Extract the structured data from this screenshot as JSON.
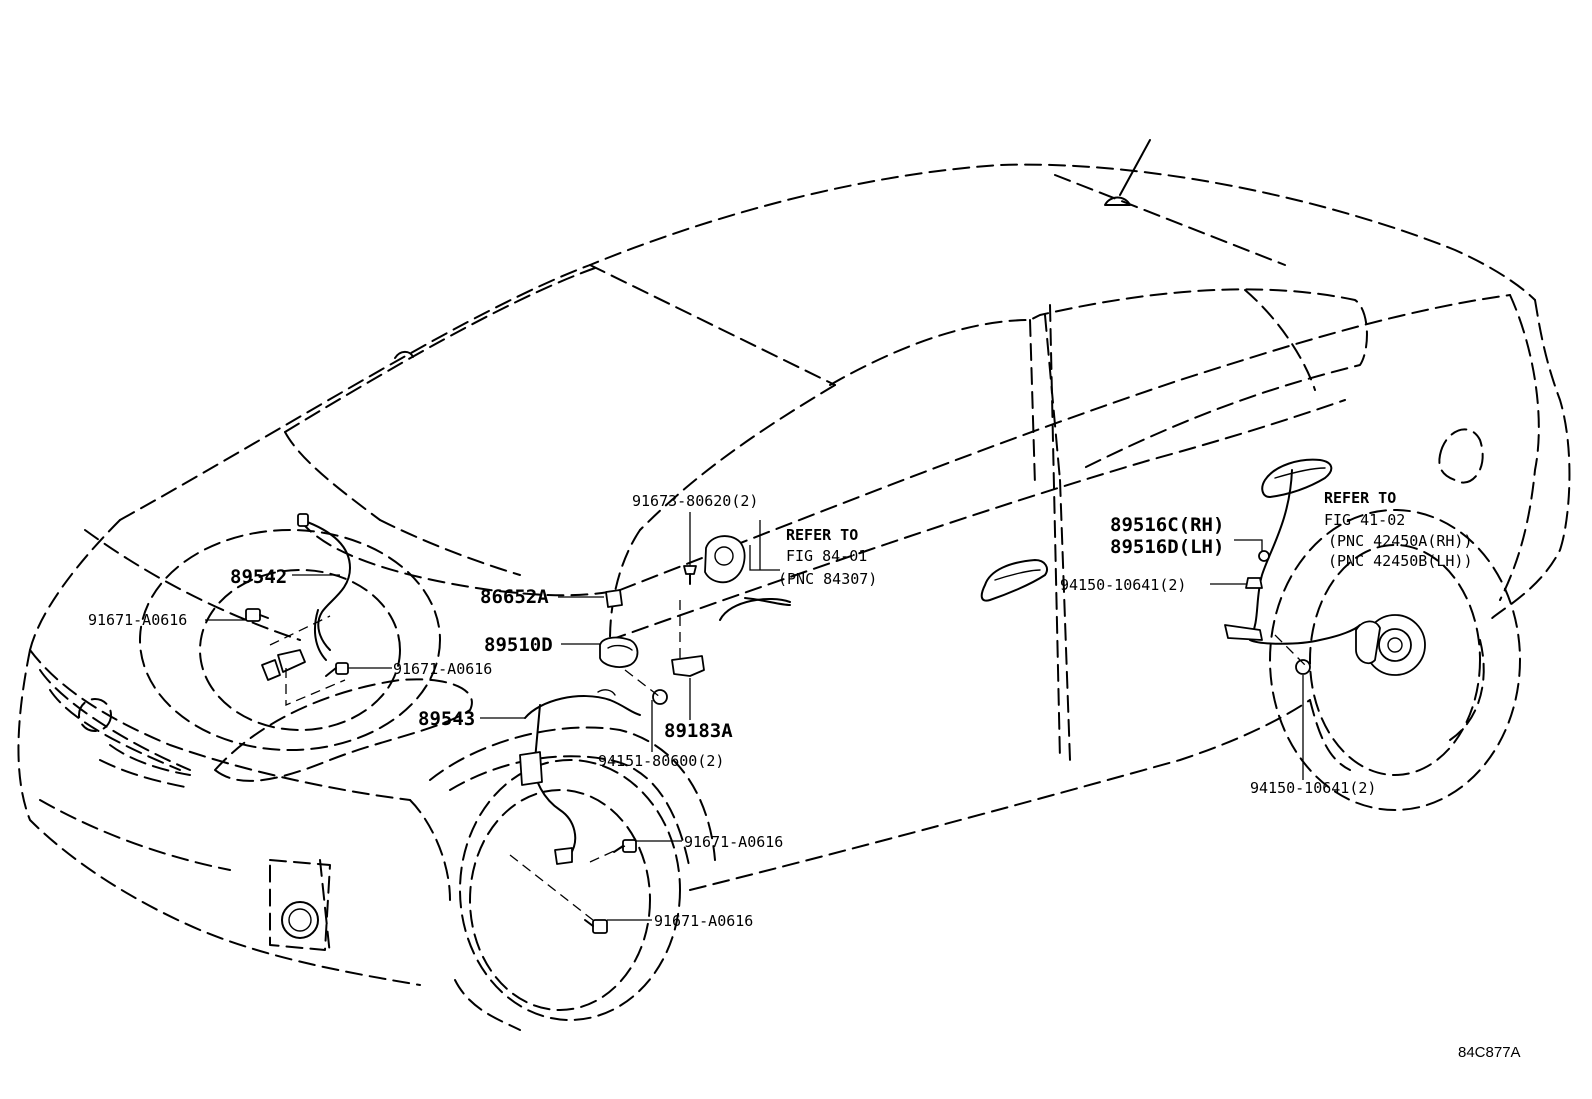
{
  "figure_code": "84C877A",
  "labels": {
    "p89542": "89542",
    "p91671_a": "91671-A0616",
    "p91671_b": "91671-A0616",
    "p91671_c": "91671-A0616",
    "p91671_d": "91671-A0616",
    "p86652A": "86652A",
    "p89510D": "89510D",
    "p89543": "89543",
    "p91673": "91673-80620(2)",
    "p94151": "94151-80600(2)",
    "p89183A": "89183A",
    "p89516C": "89516C(RH)",
    "p89516D": "89516D(LH)",
    "p94150_a": "94150-10641(2)",
    "p94150_b": "94150-10641(2)"
  },
  "references": {
    "ref1": {
      "line1": "REFER TO",
      "line2": "FIG 84-01",
      "line3": "(PNC 84307)"
    },
    "ref2": {
      "line1": "REFER TO",
      "line2": "FIG 41-02",
      "line3": "(PNC 42450A(RH))",
      "line4": "(PNC 42450B(LH))"
    }
  }
}
